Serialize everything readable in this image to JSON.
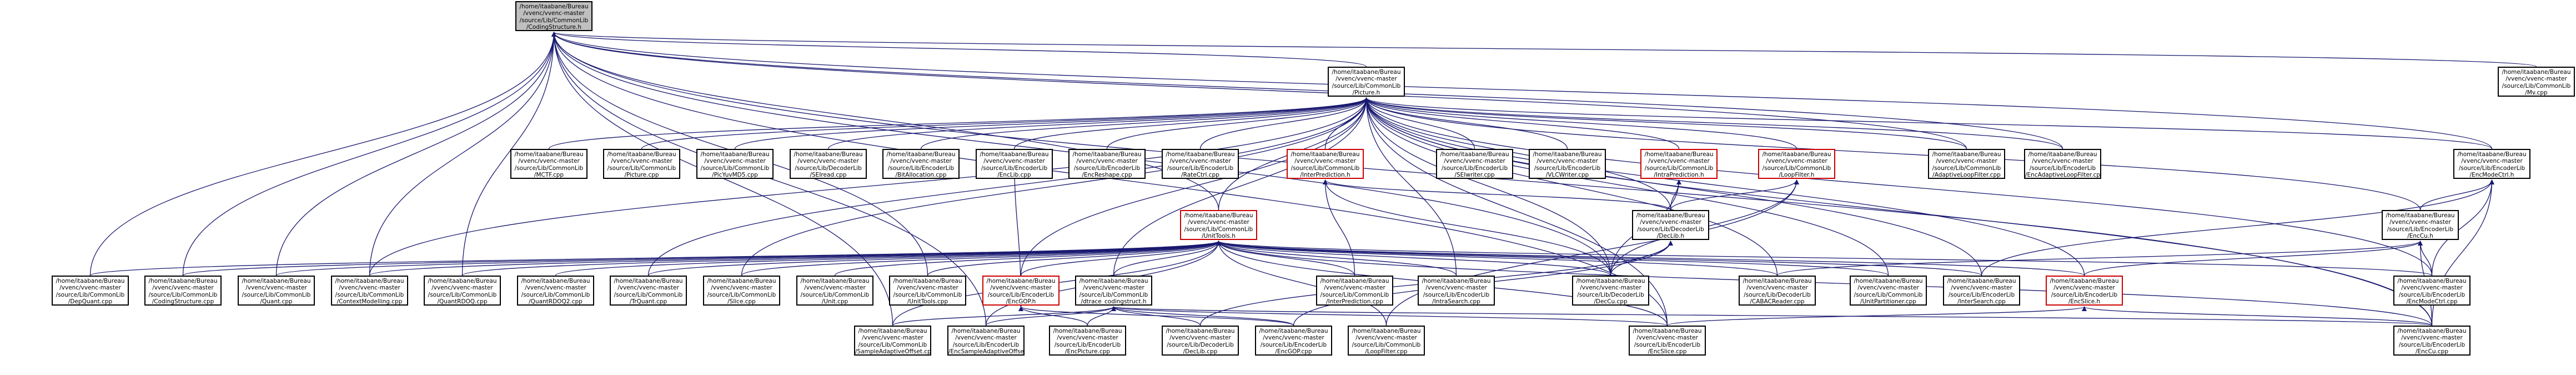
{
  "diagram": {
    "type": "include-dependency-graph",
    "colors": {
      "edge": "#191970",
      "node_border": "#000000",
      "highlight_border": "#cc0000",
      "root_fill": "#bfbfbf"
    },
    "nodes": [
      {
        "id": "root",
        "lines": [
          "/home/itaabane/Bureau",
          "/vvenc/vvenc-master",
          "/source/Lib/CommonLib",
          "/CodingStructure.h"
        ],
        "style": "root"
      },
      {
        "id": "picture_h",
        "lines": [
          "/home/itaabane/Bureau",
          "/vvenc/vvenc-master",
          "/source/Lib/CommonLib",
          "/Picture.h"
        ],
        "style": "normal"
      },
      {
        "id": "mv_cpp",
        "lines": [
          "/home/itaabane/Bureau",
          "/vvenc/vvenc-master",
          "/source/Lib/CommonLib",
          "/Mv.cpp"
        ],
        "style": "normal"
      },
      {
        "id": "encmodectrl_h",
        "lines": [
          "/home/itaabane/Bureau",
          "/vvenc/vvenc-master",
          "/source/Lib/EncoderLib",
          "/EncModeCtrl.h"
        ],
        "style": "normal"
      },
      {
        "id": "mctf_cpp",
        "lines": [
          "/home/itaabane/Bureau",
          "/vvenc/vvenc-master",
          "/source/Lib/CommonLib",
          "/MCTF.cpp"
        ],
        "style": "normal"
      },
      {
        "id": "picture_cpp",
        "lines": [
          "/home/itaabane/Bureau",
          "/vvenc/vvenc-master",
          "/source/Lib/CommonLib",
          "/Picture.cpp"
        ],
        "style": "normal"
      },
      {
        "id": "picyuvmd5_cpp",
        "lines": [
          "/home/itaabane/Bureau",
          "/vvenc/vvenc-master",
          "/source/Lib/CommonLib",
          "/PicYuvMD5.cpp"
        ],
        "style": "normal"
      },
      {
        "id": "seiread_cpp",
        "lines": [
          "/home/itaabane/Bureau",
          "/vvenc/vvenc-master",
          "/source/Lib/DecoderLib",
          "/SEIread.cpp"
        ],
        "style": "normal"
      },
      {
        "id": "bitallocation_cpp",
        "lines": [
          "/home/itaabane/Bureau",
          "/vvenc/vvenc-master",
          "/source/Lib/EncoderLib",
          "/BitAllocation.cpp"
        ],
        "style": "normal"
      },
      {
        "id": "enclib_cpp",
        "lines": [
          "/home/itaabane/Bureau",
          "/vvenc/vvenc-master",
          "/source/Lib/EncoderLib",
          "/EncLib.cpp"
        ],
        "style": "normal"
      },
      {
        "id": "encreshape_cpp",
        "lines": [
          "/home/itaabane/Bureau",
          "/vvenc/vvenc-master",
          "/source/Lib/EncoderLib",
          "/EncReshape.cpp"
        ],
        "style": "normal"
      },
      {
        "id": "ratectrl_cpp",
        "lines": [
          "/home/itaabane/Bureau",
          "/vvenc/vvenc-master",
          "/source/Lib/EncoderLib",
          "/RateCtrl.cpp"
        ],
        "style": "normal"
      },
      {
        "id": "interprediction_h",
        "lines": [
          "/home/itaabane/Bureau",
          "/vvenc/vvenc-master",
          "/source/Lib/CommonLib",
          "/InterPrediction.h"
        ],
        "style": "red"
      },
      {
        "id": "seiwriter_cpp",
        "lines": [
          "/home/itaabane/Bureau",
          "/vvenc/vvenc-master",
          "/source/Lib/EncoderLib",
          "/SEIwriter.cpp"
        ],
        "style": "normal"
      },
      {
        "id": "vlcwriter_cpp",
        "lines": [
          "/home/itaabane/Bureau",
          "/vvenc/vvenc-master",
          "/source/Lib/EncoderLib",
          "/VLCWriter.cpp"
        ],
        "style": "normal"
      },
      {
        "id": "intraprediction_h",
        "lines": [
          "/home/itaabane/Bureau",
          "/vvenc/vvenc-master",
          "/source/Lib/CommonLib",
          "/IntraPrediction.h"
        ],
        "style": "red"
      },
      {
        "id": "loopfilter_h",
        "lines": [
          "/home/itaabane/Bureau",
          "/vvenc/vvenc-master",
          "/source/Lib/CommonLib",
          "/LoopFilter.h"
        ],
        "style": "red"
      },
      {
        "id": "adaptiveloopfilter_cpp",
        "lines": [
          "/home/itaabane/Bureau",
          "/vvenc/vvenc-master",
          "/source/Lib/CommonLib",
          "/AdaptiveLoopFilter.cpp"
        ],
        "style": "normal"
      },
      {
        "id": "encadaptiveloopfilter_cpp",
        "lines": [
          "/home/itaabane/Bureau",
          "/vvenc/vvenc-master",
          "/source/Lib/EncoderLib",
          "/EncAdaptiveLoopFilter.cpp"
        ],
        "style": "normal"
      },
      {
        "id": "enccu_h",
        "lines": [
          "/home/itaabane/Bureau",
          "/vvenc/vvenc-master",
          "/source/Lib/EncoderLib",
          "/EncCu.h"
        ],
        "style": "normal"
      },
      {
        "id": "unittools_h",
        "lines": [
          "/home/itaabane/Bureau",
          "/vvenc/vvenc-master",
          "/source/Lib/CommonLib",
          "/UnitTools.h"
        ],
        "style": "red"
      },
      {
        "id": "declib_h",
        "lines": [
          "/home/itaabane/Bureau",
          "/vvenc/vvenc-master",
          "/source/Lib/DecoderLib",
          "/DecLib.h"
        ],
        "style": "normal"
      },
      {
        "id": "depquant_cpp",
        "lines": [
          "/home/itaabane/Bureau",
          "/vvenc/vvenc-master",
          "/source/Lib/CommonLib",
          "/DepQuant.cpp"
        ],
        "style": "normal"
      },
      {
        "id": "codingstructure_cpp",
        "lines": [
          "/home/itaabane/Bureau",
          "/vvenc/vvenc-master",
          "/source/Lib/CommonLib",
          "/CodingStructure.cpp"
        ],
        "style": "normal"
      },
      {
        "id": "quant_cpp",
        "lines": [
          "/home/itaabane/Bureau",
          "/vvenc/vvenc-master",
          "/source/Lib/CommonLib",
          "/Quant.cpp"
        ],
        "style": "normal"
      },
      {
        "id": "contextmodelling_cpp",
        "lines": [
          "/home/itaabane/Bureau",
          "/vvenc/vvenc-master",
          "/source/Lib/CommonLib",
          "/ContextModelling.cpp"
        ],
        "style": "normal"
      },
      {
        "id": "quantrdoq_cpp",
        "lines": [
          "/home/itaabane/Bureau",
          "/vvenc/vvenc-master",
          "/source/Lib/CommonLib",
          "/QuantRDOQ.cpp"
        ],
        "style": "normal"
      },
      {
        "id": "quantrdoq2_cpp",
        "lines": [
          "/home/itaabane/Bureau",
          "/vvenc/vvenc-master",
          "/source/Lib/CommonLib",
          "/QuantRDOQ2.cpp"
        ],
        "style": "normal"
      },
      {
        "id": "trquant_cpp",
        "lines": [
          "/home/itaabane/Bureau",
          "/vvenc/vvenc-master",
          "/source/Lib/CommonLib",
          "/TrQuant.cpp"
        ],
        "style": "normal"
      },
      {
        "id": "slice_cpp",
        "lines": [
          "/home/itaabane/Bureau",
          "/vvenc/vvenc-master",
          "/source/Lib/CommonLib",
          "/Slice.cpp"
        ],
        "style": "normal"
      },
      {
        "id": "unit_cpp",
        "lines": [
          "/home/itaabane/Bureau",
          "/vvenc/vvenc-master",
          "/source/Lib/CommonLib",
          "/Unit.cpp"
        ],
        "style": "normal"
      },
      {
        "id": "unittools_cpp",
        "lines": [
          "/home/itaabane/Bureau",
          "/vvenc/vvenc-master",
          "/source/Lib/CommonLib",
          "/UnitTools.cpp"
        ],
        "style": "normal"
      },
      {
        "id": "encgop_h",
        "lines": [
          "/home/itaabane/Bureau",
          "/vvenc/vvenc-master",
          "/source/Lib/EncoderLib",
          "/EncGOP.h"
        ],
        "style": "red"
      },
      {
        "id": "dtrace_codingstruct_h",
        "lines": [
          "/home/itaabane/Bureau",
          "/vvenc/vvenc-master",
          "/source/Lib/CommonLib",
          "/dtrace_codingstruct.h"
        ],
        "style": "normal"
      },
      {
        "id": "interprediction_cpp",
        "lines": [
          "/home/itaabane/Bureau",
          "/vvenc/vvenc-master",
          "/source/Lib/CommonLib",
          "/InterPrediction.cpp"
        ],
        "style": "normal"
      },
      {
        "id": "intrasearch_cpp",
        "lines": [
          "/home/itaabane/Bureau",
          "/vvenc/vvenc-master",
          "/source/Lib/EncoderLib",
          "/IntraSearch.cpp"
        ],
        "style": "normal"
      },
      {
        "id": "deccu_cpp",
        "lines": [
          "/home/itaabane/Bureau",
          "/vvenc/vvenc-master",
          "/source/Lib/DecoderLib",
          "/DecCu.cpp"
        ],
        "style": "normal"
      },
      {
        "id": "cabacreader_cpp",
        "lines": [
          "/home/itaabane/Bureau",
          "/vvenc/vvenc-master",
          "/source/Lib/DecoderLib",
          "/CABACReader.cpp"
        ],
        "style": "normal"
      },
      {
        "id": "unitpartitioner_cpp",
        "lines": [
          "/home/itaabane/Bureau",
          "/vvenc/vvenc-master",
          "/source/Lib/CommonLib",
          "/UnitPartitioner.cpp"
        ],
        "style": "normal"
      },
      {
        "id": "intersearch_cpp",
        "lines": [
          "/home/itaabane/Bureau",
          "/vvenc/vvenc-master",
          "/source/Lib/EncoderLib",
          "/InterSearch.cpp"
        ],
        "style": "normal"
      },
      {
        "id": "encslice_h",
        "lines": [
          "/home/itaabane/Bureau",
          "/vvenc/vvenc-master",
          "/source/Lib/EncoderLib",
          "/EncSlice.h"
        ],
        "style": "red"
      },
      {
        "id": "encmodectrl_cpp",
        "lines": [
          "/home/itaabane/Bureau",
          "/vvenc/vvenc-master",
          "/source/Lib/EncoderLib",
          "/EncModeCtrl.cpp"
        ],
        "style": "normal"
      },
      {
        "id": "sampleadaptiveoffset_cpp",
        "lines": [
          "/home/itaabane/Bureau",
          "/vvenc/vvenc-master",
          "/source/Lib/CommonLib",
          "/SampleAdaptiveOffset.cpp"
        ],
        "style": "normal"
      },
      {
        "id": "encsampleadaptiveoffset_cpp",
        "lines": [
          "/home/itaabane/Bureau",
          "/vvenc/vvenc-master",
          "/source/Lib/EncoderLib",
          "/EncSampleAdaptiveOffset.cpp"
        ],
        "style": "normal"
      },
      {
        "id": "encpicture_cpp",
        "lines": [
          "/home/itaabane/Bureau",
          "/vvenc/vvenc-master",
          "/source/Lib/EncoderLib",
          "/EncPicture.cpp"
        ],
        "style": "normal"
      },
      {
        "id": "declib_cpp",
        "lines": [
          "/home/itaabane/Bureau",
          "/vvenc/vvenc-master",
          "/source/Lib/DecoderLib",
          "/DecLib.cpp"
        ],
        "style": "normal"
      },
      {
        "id": "encgop_cpp",
        "lines": [
          "/home/itaabane/Bureau",
          "/vvenc/vvenc-master",
          "/source/Lib/EncoderLib",
          "/EncGOP.cpp"
        ],
        "style": "normal"
      },
      {
        "id": "loopfilter_cpp",
        "lines": [
          "/home/itaabane/Bureau",
          "/vvenc/vvenc-master",
          "/source/Lib/CommonLib",
          "/LoopFilter.cpp"
        ],
        "style": "normal"
      },
      {
        "id": "encslice_cpp",
        "lines": [
          "/home/itaabane/Bureau",
          "/vvenc/vvenc-master",
          "/source/Lib/EncoderLib",
          "/EncSlice.cpp"
        ],
        "style": "normal"
      },
      {
        "id": "enccu_cpp",
        "lines": [
          "/home/itaabane/Bureau",
          "/vvenc/vvenc-master",
          "/source/Lib/EncoderLib",
          "/EncCu.cpp"
        ],
        "style": "normal"
      }
    ],
    "edges": [
      [
        "picture_h",
        "root"
      ],
      [
        "mv_cpp",
        "root"
      ],
      [
        "encmodectrl_h",
        "root"
      ],
      [
        "adaptiveloopfilter_cpp",
        "root"
      ],
      [
        "encadaptiveloopfilter_cpp",
        "root"
      ],
      [
        "depquant_cpp",
        "root"
      ],
      [
        "codingstructure_cpp",
        "root"
      ],
      [
        "quant_cpp",
        "root"
      ],
      [
        "contextmodelling_cpp",
        "root"
      ],
      [
        "quantrdoq_cpp",
        "root"
      ],
      [
        "unittools_h",
        "root"
      ],
      [
        "unittools_cpp",
        "root"
      ],
      [
        "sampleadaptiveoffset_cpp",
        "root"
      ],
      [
        "encsampleadaptiveoffset_cpp",
        "root"
      ],
      [
        "enccu_cpp",
        "root"
      ],
      [
        "deccu_cpp",
        "root"
      ],
      [
        "encslice_cpp",
        "root"
      ],
      [
        "mctf_cpp",
        "picture_h"
      ],
      [
        "picture_cpp",
        "picture_h"
      ],
      [
        "picyuvmd5_cpp",
        "picture_h"
      ],
      [
        "seiread_cpp",
        "picture_h"
      ],
      [
        "bitallocation_cpp",
        "picture_h"
      ],
      [
        "enclib_cpp",
        "picture_h"
      ],
      [
        "encreshape_cpp",
        "picture_h"
      ],
      [
        "ratectrl_cpp",
        "picture_h"
      ],
      [
        "interprediction_h",
        "picture_h"
      ],
      [
        "seiwriter_cpp",
        "picture_h"
      ],
      [
        "vlcwriter_cpp",
        "picture_h"
      ],
      [
        "intraprediction_h",
        "picture_h"
      ],
      [
        "loopfilter_h",
        "picture_h"
      ],
      [
        "adaptiveloopfilter_cpp",
        "picture_h"
      ],
      [
        "encadaptiveloopfilter_cpp",
        "picture_h"
      ],
      [
        "unittools_h",
        "picture_h"
      ],
      [
        "declib_h",
        "picture_h"
      ],
      [
        "contextmodelling_cpp",
        "picture_h"
      ],
      [
        "trquant_cpp",
        "picture_h"
      ],
      [
        "slice_cpp",
        "picture_h"
      ],
      [
        "encgop_h",
        "picture_h"
      ],
      [
        "dtrace_codingstruct_h",
        "picture_h"
      ],
      [
        "intrasearch_cpp",
        "picture_h"
      ],
      [
        "deccu_cpp",
        "picture_h"
      ],
      [
        "cabacreader_cpp",
        "picture_h"
      ],
      [
        "unitpartitioner_cpp",
        "picture_h"
      ],
      [
        "intersearch_cpp",
        "picture_h"
      ],
      [
        "encslice_h",
        "picture_h"
      ],
      [
        "encmodectrl_cpp",
        "picture_h"
      ],
      [
        "encslice_cpp",
        "picture_h"
      ],
      [
        "enccu_cpp",
        "picture_h"
      ],
      [
        "encmodectrl_h",
        "picture_h"
      ],
      [
        "enccu_h",
        "picture_h"
      ],
      [
        "declib_h",
        "interprediction_h"
      ],
      [
        "interprediction_cpp",
        "interprediction_h"
      ],
      [
        "deccu_cpp",
        "interprediction_h"
      ],
      [
        "declib_h",
        "intraprediction_h"
      ],
      [
        "deccu_cpp",
        "intraprediction_h"
      ],
      [
        "declib_h",
        "loopfilter_h"
      ],
      [
        "loopfilter_cpp",
        "loopfilter_h"
      ],
      [
        "deccu_cpp",
        "loopfilter_h"
      ],
      [
        "enccu_h",
        "encmodectrl_h"
      ],
      [
        "encmodectrl_cpp",
        "encmodectrl_h"
      ],
      [
        "enccu_cpp",
        "encmodectrl_h"
      ],
      [
        "intersearch_cpp",
        "encmodectrl_h"
      ],
      [
        "encslice_h",
        "enccu_h"
      ],
      [
        "encmodectrl_cpp",
        "enccu_h"
      ],
      [
        "enccu_cpp",
        "enccu_h"
      ],
      [
        "cabacreader_cpp",
        "enccu_h"
      ],
      [
        "encslice_cpp",
        "encslice_h"
      ],
      [
        "enccu_cpp",
        "encslice_h"
      ],
      [
        "deccu_cpp",
        "declib_h"
      ],
      [
        "declib_cpp",
        "declib_h"
      ],
      [
        "encgop_cpp",
        "declib_h"
      ],
      [
        "depquant_cpp",
        "unittools_h"
      ],
      [
        "codingstructure_cpp",
        "unittools_h"
      ],
      [
        "quant_cpp",
        "unittools_h"
      ],
      [
        "contextmodelling_cpp",
        "unittools_h"
      ],
      [
        "quantrdoq_cpp",
        "unittools_h"
      ],
      [
        "quantrdoq2_cpp",
        "unittools_h"
      ],
      [
        "trquant_cpp",
        "unittools_h"
      ],
      [
        "slice_cpp",
        "unittools_h"
      ],
      [
        "unit_cpp",
        "unittools_h"
      ],
      [
        "unittools_cpp",
        "unittools_h"
      ],
      [
        "encgop_h",
        "unittools_h"
      ],
      [
        "dtrace_codingstruct_h",
        "unittools_h"
      ],
      [
        "interprediction_cpp",
        "unittools_h"
      ],
      [
        "intrasearch_cpp",
        "unittools_h"
      ],
      [
        "deccu_cpp",
        "unittools_h"
      ],
      [
        "cabacreader_cpp",
        "unittools_h"
      ],
      [
        "unitpartitioner_cpp",
        "unittools_h"
      ],
      [
        "intersearch_cpp",
        "unittools_h"
      ],
      [
        "encslice_h",
        "unittools_h"
      ],
      [
        "encmodectrl_cpp",
        "unittools_h"
      ],
      [
        "sampleadaptiveoffset_cpp",
        "unittools_h"
      ],
      [
        "encsampleadaptiveoffset_cpp",
        "unittools_h"
      ],
      [
        "loopfilter_cpp",
        "unittools_h"
      ],
      [
        "encslice_cpp",
        "unittools_h"
      ],
      [
        "enccu_cpp",
        "unittools_h"
      ],
      [
        "encpicture_cpp",
        "encgop_h"
      ],
      [
        "encgop_cpp",
        "encgop_h"
      ],
      [
        "enclib_cpp",
        "encgop_h"
      ],
      [
        "encpicture_cpp",
        "dtrace_codingstruct_h"
      ],
      [
        "declib_cpp",
        "dtrace_codingstruct_h"
      ],
      [
        "encgop_cpp",
        "dtrace_codingstruct_h"
      ],
      [
        "sampleadaptiveoffset_cpp",
        "dtrace_codingstruct_h"
      ],
      [
        "encsampleadaptiveoffset_cpp",
        "dtrace_codingstruct_h"
      ],
      [
        "encslice_cpp",
        "dtrace_codingstruct_h"
      ],
      [
        "enccu_cpp",
        "dtrace_codingstruct_h"
      ]
    ]
  }
}
